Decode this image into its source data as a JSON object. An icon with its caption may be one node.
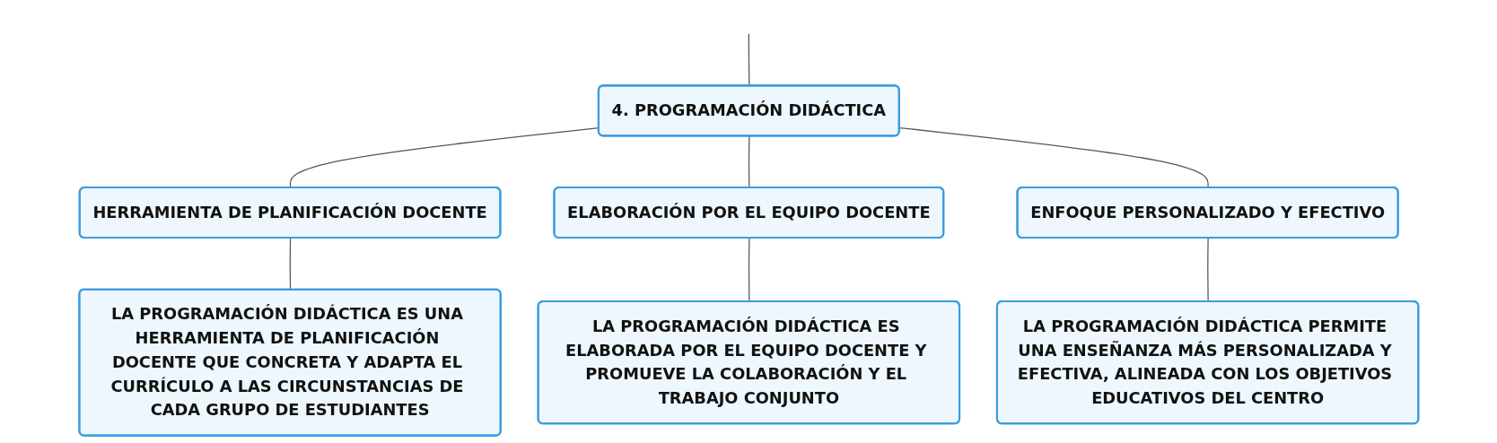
{
  "diagram": {
    "nodes": [
      {
        "text": [
          "4. PROGRAMACIÓN DIDÁCTICA"
        ]
      },
      {
        "text": [
          "HERRAMIENTA DE PLANIFICACIÓN DOCENTE"
        ]
      },
      {
        "text": [
          "ELABORACIÓN POR EL EQUIPO DOCENTE"
        ]
      },
      {
        "text": [
          "ENFOQUE PERSONALIZADO Y EFECTIVO"
        ]
      },
      {
        "text": [
          "LA PROGRAMACIÓN DIDÁCTICA ES UNA HERRAMIENTA DE PLANIFICACIÓN DOCENTE QUE CONCRETA Y ADAPTA EL CURRÍCULO A LAS CIRCUNSTANCIAS DE CADA GRUPO DE ESTUDIANTES"
        ]
      },
      {
        "text": [
          "LA PROGRAMACIÓN DIDÁCTICA ES ELABORADA POR EL EQUIPO DOCENTE Y PROMUEVE LA COLABORACIÓN Y EL TRABAJO CONJUNTO"
        ]
      },
      {
        "text": [
          "LA PROGRAMACIÓN DIDÁCTICA PERMITE UNA ENSEÑANZA MÁS PERSONALIZADA Y EFECTIVA, ALINEADA CON LOS OBJETIVOS EDUCATIVOS DEL CENTRO"
        ]
      }
    ],
    "edges": [
      {
        "from": null,
        "to": 0,
        "arrow": "none"
      },
      {
        "from": 0,
        "to": 1,
        "arrow": "none"
      },
      {
        "from": 0,
        "to": 2,
        "arrow": "none"
      },
      {
        "from": 0,
        "to": 3,
        "arrow": "none"
      },
      {
        "from": 1,
        "to": 4,
        "arrow": "none"
      },
      {
        "from": 2,
        "to": 5,
        "arrow": "none"
      },
      {
        "from": 3,
        "to": 6,
        "arrow": "none"
      }
    ]
  }
}
